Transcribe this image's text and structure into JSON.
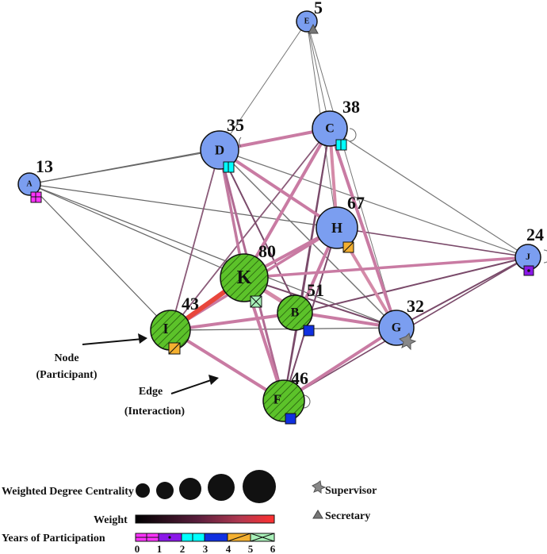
{
  "colors": {
    "node_fill": "#7b9ef0",
    "node_fill_green": "#5cc22a",
    "edge_light": "#555555",
    "edge_heavy": "#c97ba3",
    "edge_max": "#e8463c"
  },
  "nodes": {
    "A": {
      "letter": "A",
      "value": "13",
      "highlight": false
    },
    "B": {
      "letter": "B",
      "value": "51",
      "highlight": true
    },
    "C": {
      "letter": "C",
      "value": "38",
      "highlight": false
    },
    "D": {
      "letter": "D",
      "value": "35",
      "highlight": false
    },
    "E": {
      "letter": "E",
      "value": "5",
      "highlight": false
    },
    "F": {
      "letter": "F",
      "value": "46",
      "highlight": true
    },
    "G": {
      "letter": "G",
      "value": "32",
      "highlight": false
    },
    "H": {
      "letter": "H",
      "value": "67",
      "highlight": false
    },
    "I": {
      "letter": "I",
      "value": "43",
      "highlight": true
    },
    "J": {
      "letter": "J",
      "value": "24",
      "highlight": false
    },
    "K": {
      "letter": "K",
      "value": "80",
      "highlight": true
    }
  },
  "annotations": {
    "node_title": "Node",
    "node_sub": "(Participant)",
    "edge_title": "Edge",
    "edge_sub": "(Interaction)"
  },
  "legend": {
    "centrality_label": "Weighted Degree Centrality",
    "weight_label": "Weight",
    "years_label": "Years of Participation",
    "years_ticks": [
      "0",
      "1",
      "2",
      "3",
      "4",
      "5",
      "6"
    ],
    "supervisor_label": "Supervisor",
    "secretary_label": "Secretary"
  }
}
